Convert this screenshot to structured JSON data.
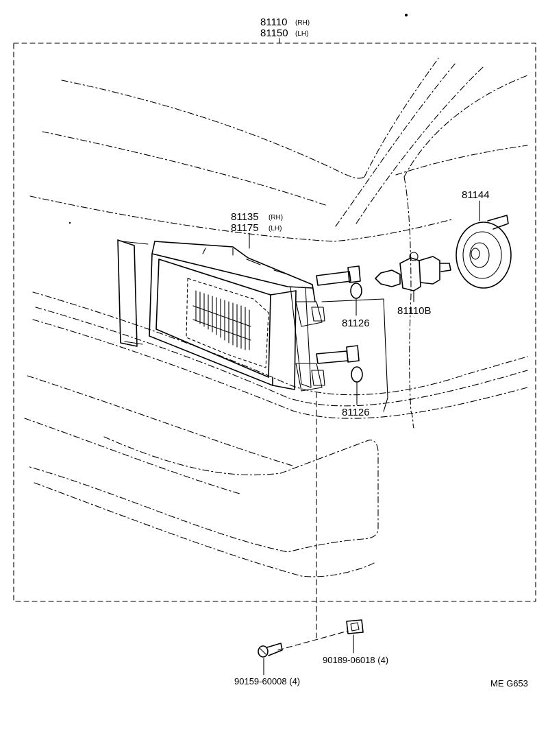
{
  "labels": {
    "assy_rh_num": "81110",
    "assy_rh_side": "(RH)",
    "assy_lh_num": "81150",
    "assy_lh_side": "(LH)",
    "unit_rh_num": "81135",
    "unit_rh_side": "(RH)",
    "unit_lh_num": "81175",
    "unit_lh_side": "(LH)",
    "socket_cover": "81144",
    "bulb": "81110B",
    "washer_upper": "81126",
    "washer_lower": "81126",
    "screw": "90159-60008 (4)",
    "nut": "90189-06018 (4)",
    "code": "ME  G653"
  }
}
